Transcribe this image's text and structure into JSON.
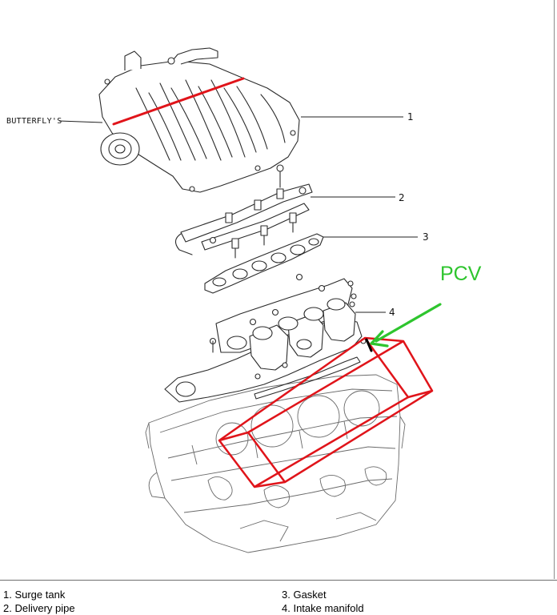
{
  "diagram": {
    "callouts": [
      "1",
      "2",
      "3",
      "4"
    ],
    "butterfly_label": "BUTTERFLY'S",
    "pcv_label": "PCV",
    "colors": {
      "red_annotation": "#e0141a",
      "green_annotation": "#2ec52e",
      "line_art": "#2b2b2b"
    }
  },
  "legend": {
    "items": [
      "1. Surge tank",
      "2. Delivery pipe",
      "3. Gasket",
      "4. Intake manifold"
    ]
  }
}
